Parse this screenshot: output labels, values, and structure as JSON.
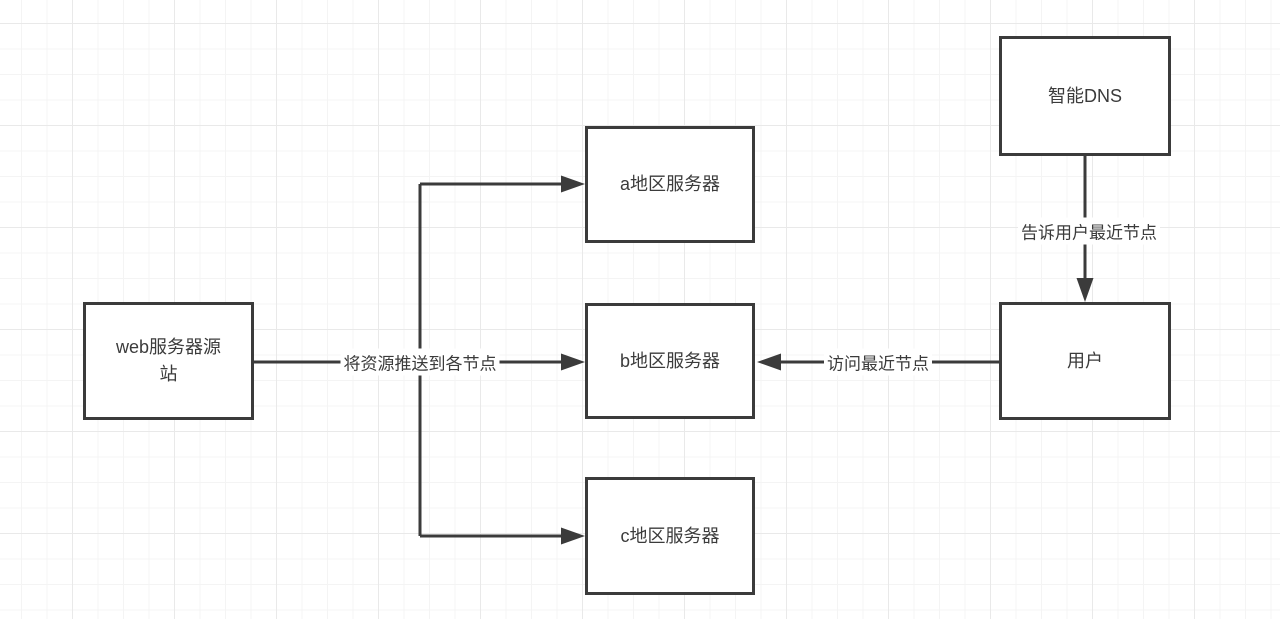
{
  "colors": {
    "stroke": "#3b3b3b",
    "node_fill": "#ffffff",
    "background": "#ffffff",
    "grid_minor": "#f4f4f4",
    "grid_major": "#e9e9e9"
  },
  "diagram": {
    "nodes": {
      "web_origin": {
        "label": "web服务器源站",
        "label_lines": [
          "web服务器源",
          "站"
        ]
      },
      "server_a": {
        "label": "a地区服务器"
      },
      "server_b": {
        "label": "b地区服务器"
      },
      "server_c": {
        "label": "c地区服务器"
      },
      "smart_dns": {
        "label": "智能DNS"
      },
      "user": {
        "label": "用户"
      }
    },
    "edges": {
      "push": {
        "label": "将资源推送到各节点"
      },
      "tell": {
        "label": "告诉用户最近节点"
      },
      "visit": {
        "label": "访问最近节点"
      }
    }
  }
}
